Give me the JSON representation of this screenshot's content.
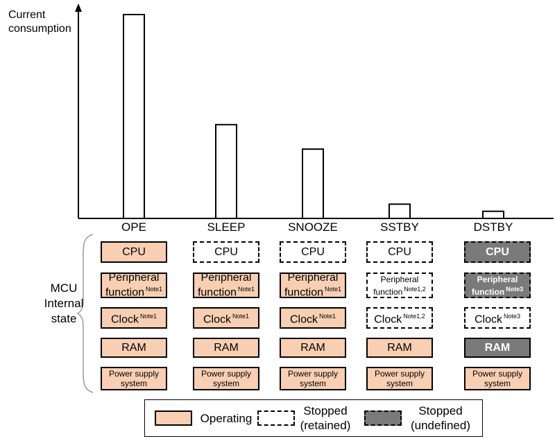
{
  "chart_data": {
    "type": "bar",
    "ylabel": "Current consumption",
    "categories": [
      "OPE",
      "SLEEP",
      "SNOOZE",
      "SSTBY",
      "DSTBY"
    ],
    "values": [
      100,
      46,
      34,
      7,
      3.5
    ],
    "ylim": [
      0,
      100
    ],
    "grid": false,
    "legend": "bottom",
    "bar_fill": "#ffffff",
    "bar_stroke": "#000000"
  },
  "side_label": "MCU Internal state",
  "state_rows": [
    {
      "text": "CPU",
      "note": "",
      "states": [
        "operating",
        "retained",
        "retained",
        "retained",
        "undefined"
      ]
    },
    {
      "text": "Peripheral function",
      "note": "Note1",
      "notes": [
        "Note1",
        "Note1",
        "Note1",
        "Note1,2",
        "Note3"
      ],
      "states": [
        "operating",
        "operating",
        "operating",
        "retained",
        "undefined"
      ]
    },
    {
      "text": "Clock",
      "note": "Note1",
      "notes": [
        "Note1",
        "Note1",
        "Note1",
        "Note1,2",
        "Note3"
      ],
      "states": [
        "operating",
        "operating",
        "operating",
        "retained",
        "retained"
      ]
    },
    {
      "text": "RAM",
      "note": "",
      "states": [
        "operating",
        "operating",
        "operating",
        "operating",
        "undefined-solid"
      ]
    },
    {
      "text": "Power supply system",
      "note": "",
      "states": [
        "operating",
        "operating",
        "operating",
        "operating",
        "operating"
      ]
    }
  ],
  "legend": [
    {
      "label": "Operating",
      "style": "operating"
    },
    {
      "label": "Stopped (retained)",
      "style": "retained"
    },
    {
      "label": "Stopped (undefined)",
      "style": "undefined"
    }
  ],
  "colors": {
    "operating": "#f9cfb3",
    "undefined": "#7a7a7a"
  }
}
